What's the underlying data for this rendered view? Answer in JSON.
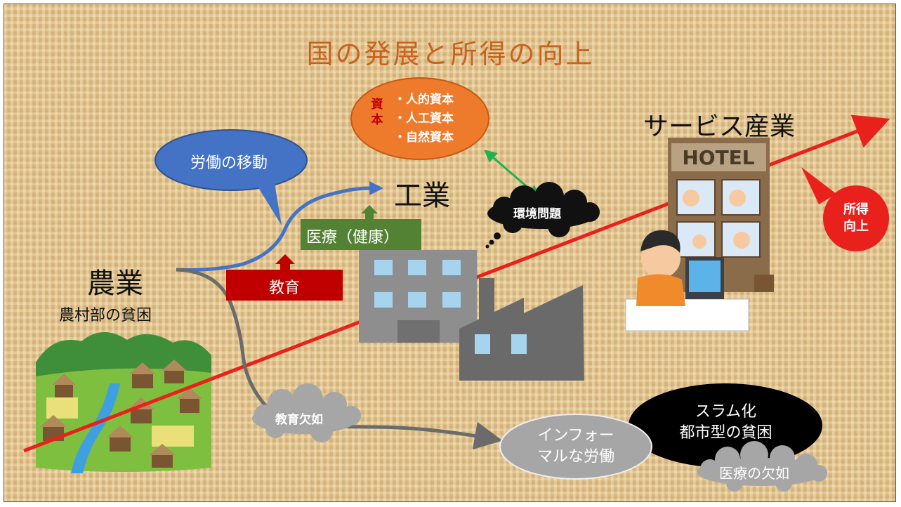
{
  "title": "国の発展と所得の向上",
  "stages": {
    "agriculture": "農業",
    "rural_poverty": "農村部の貧困",
    "industry": "工業",
    "service": "サービス産業"
  },
  "capital": {
    "label": "資本",
    "items": [
      "・人的資本",
      "・人工資本",
      "・自然資本"
    ]
  },
  "labels": {
    "labor_migration": "労働の移動",
    "healthcare": "医療（健康）",
    "education": "教育",
    "environment": "環境問題",
    "income_line1": "所得",
    "income_line2": "向上",
    "lack_education": "教育欠如",
    "informal_line1": "インフォー",
    "informal_line2": "マルな労働",
    "slum_line1": "スラム化",
    "slum_line2": "都市型の貧困",
    "lack_healthcare": "医療の欠如",
    "hotel_sign": "HOTEL"
  },
  "colors": {
    "title": "#c8621e",
    "growth_line": "#e8211c",
    "labor_bubble": "#4472c4",
    "capital_oval": "#ee7a2b",
    "healthcare_box": "#548235",
    "education_box": "#c00000",
    "income_circle": "#e8211c",
    "gray_path": "#6b6b6b",
    "cloud_gray": "#a6a6a6"
  }
}
